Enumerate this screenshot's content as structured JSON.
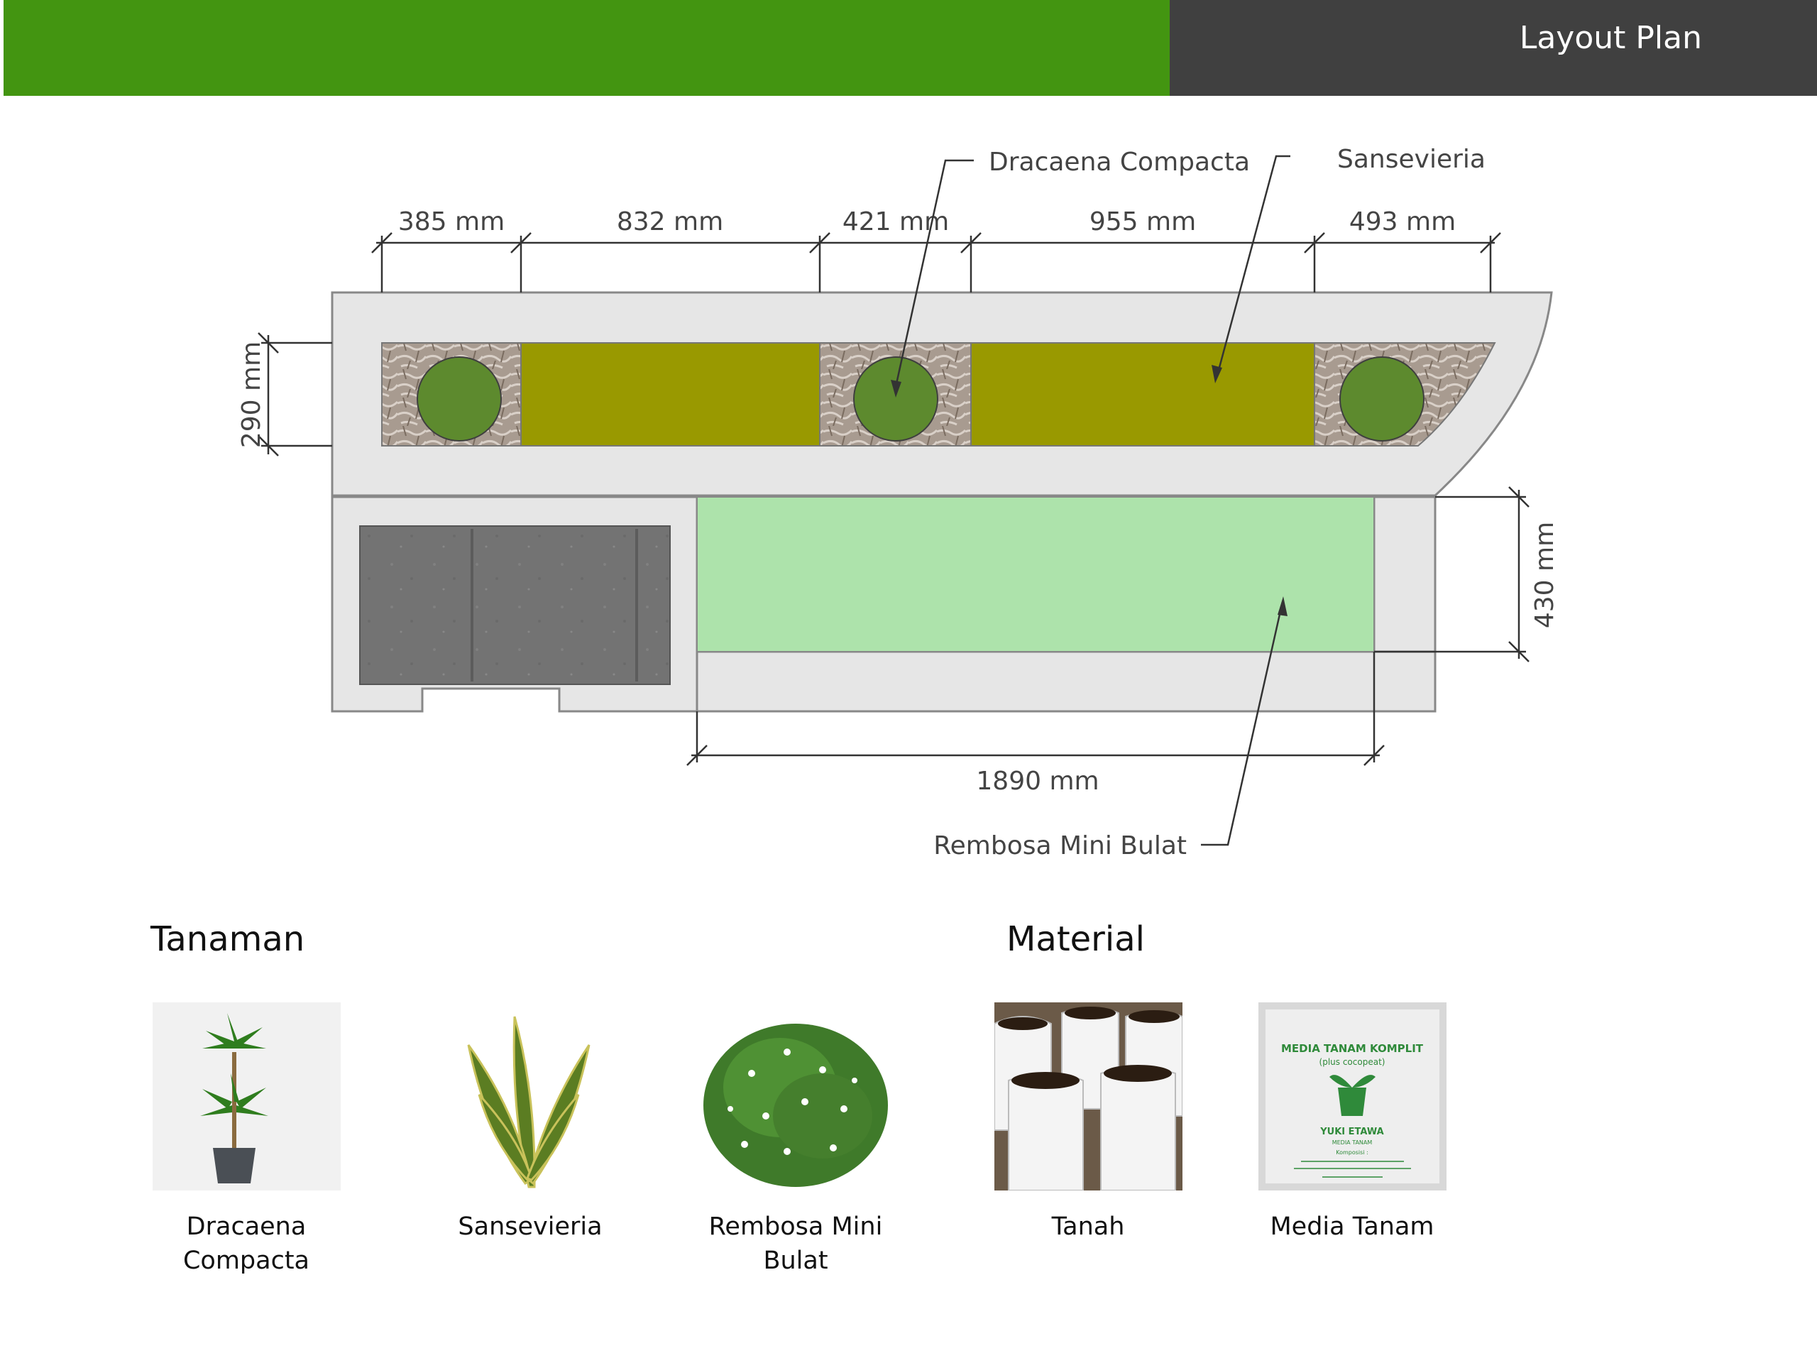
{
  "header": {
    "title": "Layout Plan"
  },
  "colors": {
    "header_green": "#439511",
    "header_dark": "#404040",
    "frame": "#e6e6e6",
    "planter_olive": "#999900",
    "grass": "#ade3ab",
    "plant_circle": "#5d8a2e",
    "soil_texture": "#a89b90",
    "paving": "#737373"
  },
  "plan": {
    "labels": {
      "dracaena": "Dracaena Compacta",
      "sansevieria": "Sansevieria",
      "rembosa": "Rembosa Mini Bulat"
    },
    "dims": {
      "d385": "385 mm",
      "d832": "832 mm",
      "d421": "421 mm",
      "d955": "955 mm",
      "d493": "493 mm",
      "d290": "290 mm",
      "d430": "430 mm",
      "d1890": "1890 mm"
    }
  },
  "tanaman": {
    "title": "Tanaman",
    "items": [
      {
        "caption": "Dracaena Compacta",
        "icon": "dracaena-plant-icon"
      },
      {
        "caption": "Sansevieria",
        "icon": "sansevieria-plant-icon"
      },
      {
        "caption": "Rembosa Mini Bulat",
        "icon": "rembosa-shrub-icon"
      }
    ]
  },
  "material": {
    "title": "Material",
    "items": [
      {
        "caption": "Tanah",
        "icon": "soil-bags-icon"
      },
      {
        "caption": "Media Tanam",
        "icon": "growing-media-bag-icon"
      }
    ],
    "bag_text": {
      "brand": "MEDIA TANAM KOMPLIT",
      "sub": "(plus cocopeat)",
      "maker": "YUKI ETAWA",
      "maker_sub": "MEDIA TANAM",
      "komposisi": "Komposisi :"
    }
  }
}
